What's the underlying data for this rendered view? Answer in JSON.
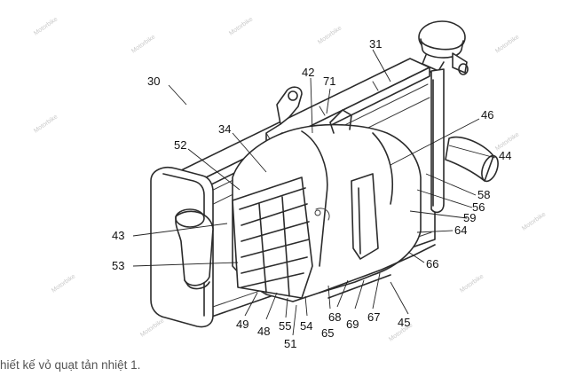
{
  "caption": "hiết kế vỏ quạt tản nhiệt 1.",
  "figure": {
    "type": "patent-line-drawing",
    "subject": "radiator with fan shroud",
    "reference_numerals": [
      {
        "id": "30",
        "label": "30"
      },
      {
        "id": "31",
        "label": "31"
      },
      {
        "id": "34",
        "label": "34"
      },
      {
        "id": "42",
        "label": "42"
      },
      {
        "id": "43",
        "label": "43"
      },
      {
        "id": "44",
        "label": "44"
      },
      {
        "id": "45",
        "label": "45"
      },
      {
        "id": "46",
        "label": "46"
      },
      {
        "id": "48",
        "label": "48"
      },
      {
        "id": "49",
        "label": "49"
      },
      {
        "id": "51",
        "label": "51"
      },
      {
        "id": "52",
        "label": "52"
      },
      {
        "id": "53",
        "label": "53"
      },
      {
        "id": "54",
        "label": "54"
      },
      {
        "id": "55",
        "label": "55"
      },
      {
        "id": "56",
        "label": "56"
      },
      {
        "id": "58",
        "label": "58"
      },
      {
        "id": "59",
        "label": "59"
      },
      {
        "id": "64",
        "label": "64"
      },
      {
        "id": "65",
        "label": "65"
      },
      {
        "id": "66",
        "label": "66"
      },
      {
        "id": "67",
        "label": "67"
      },
      {
        "id": "68",
        "label": "68"
      },
      {
        "id": "69",
        "label": "69"
      },
      {
        "id": "71",
        "label": "71"
      }
    ],
    "colors": {
      "line": "#2b2b2b",
      "background": "#ffffff",
      "caption": "#555555"
    }
  }
}
